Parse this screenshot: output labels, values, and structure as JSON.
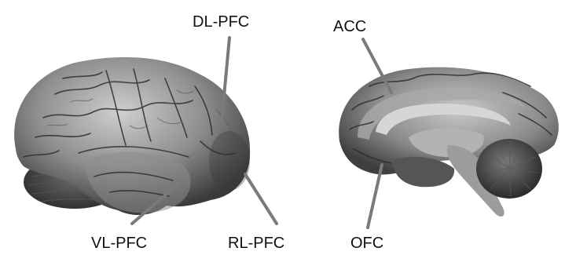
{
  "labels": {
    "dl_pfc": "DL-PFC",
    "vl_pfc": "VL-PFC",
    "rl_pfc": "RL-PFC",
    "acc": "ACC",
    "ofc": "OFC"
  },
  "colors": {
    "pointer": "#7a7a7a",
    "brain_light": "#bdbdbd",
    "brain_dark": "#3c3c3c",
    "cerebellum": "#4a4a4a",
    "brainstem": "#9a9a9a",
    "background": "#ffffff"
  }
}
